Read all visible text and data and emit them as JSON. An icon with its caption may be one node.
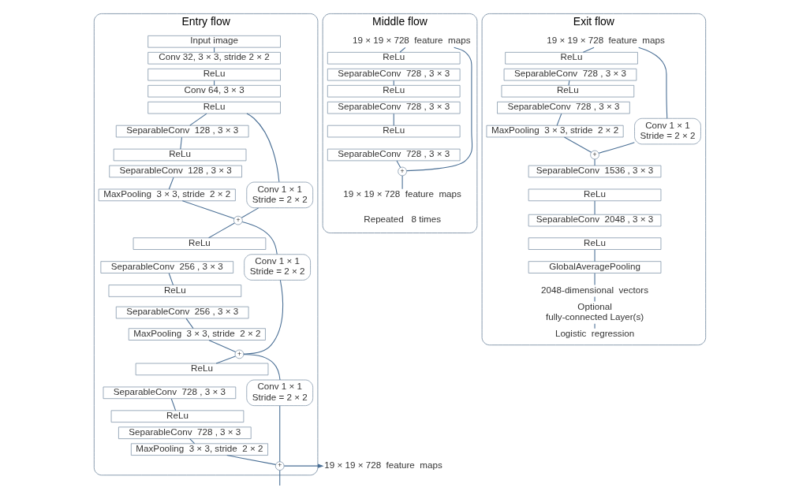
{
  "diagram": {
    "nodes": [
      {
        "text": [
          "Entry flow"
        ]
      },
      {
        "text": [
          "Input image"
        ],
        "in": 0
      },
      {
        "text": [
          "Conv 32, 3 × 3, stride 2 × 2"
        ],
        "in": 0
      },
      {
        "text": [
          "ReLu"
        ],
        "in": 0
      },
      {
        "text": [
          "Conv 64, 3 × 3"
        ],
        "in": 0
      },
      {
        "text": [
          "ReLu"
        ],
        "in": 0
      },
      {
        "text": [
          "SeparableConv  128 , 3 × 3"
        ],
        "in": 0
      },
      {
        "text": [
          "Conv 1 × 1 Stride = 2 × 2"
        ],
        "in": 0
      },
      {
        "text": [
          "ReLu"
        ],
        "in": 0
      },
      {
        "text": [
          "SeparableConv  128 , 3 × 3"
        ],
        "in": 0
      },
      {
        "text": [
          "MaxPooling  3 × 3, stride  2 × 2"
        ],
        "in": 0
      },
      {
        "text": [
          "+"
        ],
        "in": 0
      },
      {
        "text": [
          "ReLu"
        ],
        "in": 0
      },
      {
        "text": [
          "SeparableConv  256 , 3 × 3"
        ],
        "in": 0
      },
      {
        "text": [
          "Conv 1 × 1 Stride = 2 × 2"
        ],
        "in": 0
      },
      {
        "text": [
          "ReLu"
        ],
        "in": 0
      },
      {
        "text": [
          "SeparableConv  256 , 3 × 3"
        ],
        "in": 0
      },
      {
        "text": [
          "MaxPooling  3 × 3, stride  2 × 2"
        ],
        "in": 0
      },
      {
        "text": [
          "+"
        ],
        "in": 0
      },
      {
        "text": [
          "ReLu"
        ],
        "in": 0
      },
      {
        "text": [
          "SeparableConv  728 , 3 × 3"
        ],
        "in": 0
      },
      {
        "text": [
          "Conv 1 × 1 Stride = 2 × 2"
        ],
        "in": 0
      },
      {
        "text": [
          "ReLu"
        ],
        "in": 0
      },
      {
        "text": [
          "SeparableConv  728 , 3 × 3"
        ],
        "in": 0
      },
      {
        "text": [
          "MaxPooling  3 × 3, stride  2 × 2"
        ],
        "in": 0
      },
      {
        "text": [
          "+"
        ],
        "in": 0
      },
      {
        "text": [
          "19 × 19 × 728  feature  maps"
        ]
      },
      {
        "text": [
          "Middle flow"
        ]
      },
      {
        "text": [
          "19 × 19 × 728  feature  maps"
        ],
        "in": 27
      },
      {
        "text": [
          "ReLu"
        ],
        "in": 27
      },
      {
        "text": [
          "SeparableConv  728 , 3 × 3"
        ],
        "in": 27
      },
      {
        "text": [
          "ReLu"
        ],
        "in": 27
      },
      {
        "text": [
          "SeparableConv  728 , 3 × 3"
        ],
        "in": 27
      },
      {
        "text": [
          "ReLu"
        ],
        "in": 27
      },
      {
        "text": [
          "SeparableConv  728 , 3 × 3"
        ],
        "in": 27
      },
      {
        "text": [
          "+"
        ],
        "in": 27
      },
      {
        "text": [
          "19 × 19 × 728  feature  maps"
        ],
        "in": 27
      },
      {
        "text": [
          "Exit flow"
        ]
      },
      {
        "text": [
          "19 × 19 × 728  feature  maps"
        ],
        "in": 37
      },
      {
        "text": [
          "ReLu"
        ],
        "in": 37
      },
      {
        "text": [
          "SeparableConv  728 , 3 × 3"
        ],
        "in": 37
      },
      {
        "text": [
          "Conv 1 × 1 Stride = 2 × 2"
        ],
        "in": 37
      },
      {
        "text": [
          "ReLu"
        ],
        "in": 37
      },
      {
        "text": [
          "SeparableConv  728 , 3 × 3"
        ],
        "in": 37
      },
      {
        "text": [
          "MaxPooling  3 × 3, stride  2 × 2"
        ],
        "in": 37
      },
      {
        "text": [
          "+"
        ],
        "in": 37
      },
      {
        "text": [
          "SeparableConv  1536 , 3 × 3"
        ],
        "in": 37
      },
      {
        "text": [
          "ReLu"
        ],
        "in": 37
      },
      {
        "text": [
          "SeparableConv  2048 , 3 × 3"
        ],
        "in": 37
      },
      {
        "text": [
          "ReLu"
        ],
        "in": 37
      },
      {
        "text": [
          "GlobalAveragePooling"
        ],
        "in": 37
      },
      {
        "text": [
          "2048-dimensional  vectors"
        ],
        "in": 37
      },
      {
        "text": [
          "Optional  fully-connected Layer(s)"
        ],
        "in": 37
      },
      {
        "text": [
          "Logistic  regression"
        ],
        "in": 37
      }
    ],
    "edges": [
      {
        "from": 1,
        "to": 2,
        "arrow": "none"
      },
      {
        "from": 3,
        "to": 4,
        "arrow": "none"
      },
      {
        "from": 5,
        "to": 6,
        "arrow": "none"
      },
      {
        "from": 5,
        "to": 7,
        "arrow": "none"
      },
      {
        "from": 6,
        "to": 8,
        "arrow": "none"
      },
      {
        "from": 9,
        "to": 10,
        "arrow": "none"
      },
      {
        "from": 10,
        "to": 11,
        "arrow": "none"
      },
      {
        "from": 7,
        "to": 11,
        "arrow": "none"
      },
      {
        "from": 11,
        "to": 12,
        "arrow": "none"
      },
      {
        "from": 11,
        "to": 14,
        "arrow": "none"
      },
      {
        "from": 13,
        "to": 15,
        "arrow": "none"
      },
      {
        "from": 16,
        "to": 17,
        "arrow": "none"
      },
      {
        "from": 17,
        "to": 18,
        "arrow": "none"
      },
      {
        "from": 14,
        "to": 18,
        "arrow": "none"
      },
      {
        "from": 18,
        "to": 19,
        "arrow": "none"
      },
      {
        "from": 18,
        "to": 21,
        "arrow": "none"
      },
      {
        "from": 20,
        "to": 22,
        "arrow": "none"
      },
      {
        "from": 23,
        "to": 24,
        "arrow": "none"
      },
      {
        "from": 24,
        "to": 25,
        "arrow": "none"
      },
      {
        "from": 21,
        "to": 25,
        "arrow": "none"
      },
      {
        "from": 25,
        "to": 26,
        "arrow": "to"
      },
      {
        "from": 25,
        "to": null,
        "arrow": "none"
      },
      {
        "from": 28,
        "to": 29,
        "arrow": "none"
      },
      {
        "from": 30,
        "to": 31,
        "arrow": "none"
      },
      {
        "from": 32,
        "to": 33,
        "arrow": "none"
      },
      {
        "from": 34,
        "to": 35,
        "arrow": "none"
      },
      {
        "from": 28,
        "to": 35,
        "arrow": "none"
      },
      {
        "from": 35,
        "to": 36,
        "arrow": "none"
      },
      {
        "from": 38,
        "to": 39,
        "arrow": "none"
      },
      {
        "from": 38,
        "to": 41,
        "arrow": "none"
      },
      {
        "from": 40,
        "to": 42,
        "arrow": "none"
      },
      {
        "from": 43,
        "to": 44,
        "arrow": "none"
      },
      {
        "from": 44,
        "to": 45,
        "arrow": "none"
      },
      {
        "from": 41,
        "to": 45,
        "arrow": "none"
      },
      {
        "from": 45,
        "to": 46,
        "arrow": "none"
      },
      {
        "from": 47,
        "to": 48,
        "arrow": "none"
      },
      {
        "from": 49,
        "to": 50,
        "arrow": "none"
      },
      {
        "from": 50,
        "to": 51,
        "arrow": "none"
      },
      {
        "from": 51,
        "to": 52,
        "arrow": "none"
      },
      {
        "from": 52,
        "to": 53,
        "arrow": "none"
      }
    ],
    "labels": [
      "Repeated   8 times"
    ]
  }
}
